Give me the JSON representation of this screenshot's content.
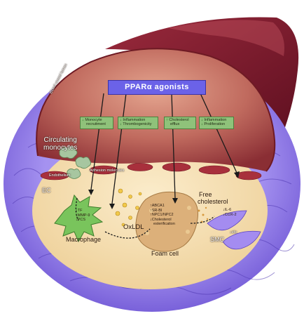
{
  "title": "PPARα agonists",
  "labels": {
    "lumen": "Blood vessel lumen",
    "circulating": [
      "Circulating",
      "monocytes"
    ],
    "endothelium": "Endothelium",
    "adhesion": "Adhesion molecules",
    "ec": "EC",
    "macrophage": "Macrophage",
    "oxldl": "OxLDL",
    "foam_cell": "Foam cell",
    "free_chol": [
      "Free",
      "cholesterol"
    ],
    "smc": "SMC"
  },
  "effect_boxes": [
    {
      "lines": [
        "Monocyte",
        "recruitment"
      ],
      "arrows": [
        "down",
        ""
      ]
    },
    {
      "lines": [
        "Inflammation",
        "Thrombogenicity"
      ],
      "arrows": [
        "down",
        "down"
      ]
    },
    {
      "lines": [
        "Cholesterol",
        "efflux"
      ],
      "arrows": [
        "up",
        ""
      ]
    },
    {
      "lines": [
        "Inflammation",
        "Proliferation"
      ],
      "arrows": [
        "down",
        "down"
      ]
    }
  ],
  "macrophage_markers": [
    "TF",
    "MMP-9",
    "PCS"
  ],
  "foam_markers": [
    "ABCA1",
    "SR-BI",
    "NPC1/NPC2",
    "Cholesterol",
    "esterification"
  ],
  "smc_markers": [
    "IL-6",
    "COX-2"
  ],
  "smc_extra": "ets",
  "colors": {
    "title_box": "#6b62e8",
    "effect_box": "#8fc27a",
    "vessel_wall": "#7a1a2c",
    "lumen": "#b25a54",
    "media": "#8d76e6",
    "intima": "#f3dca8"
  }
}
